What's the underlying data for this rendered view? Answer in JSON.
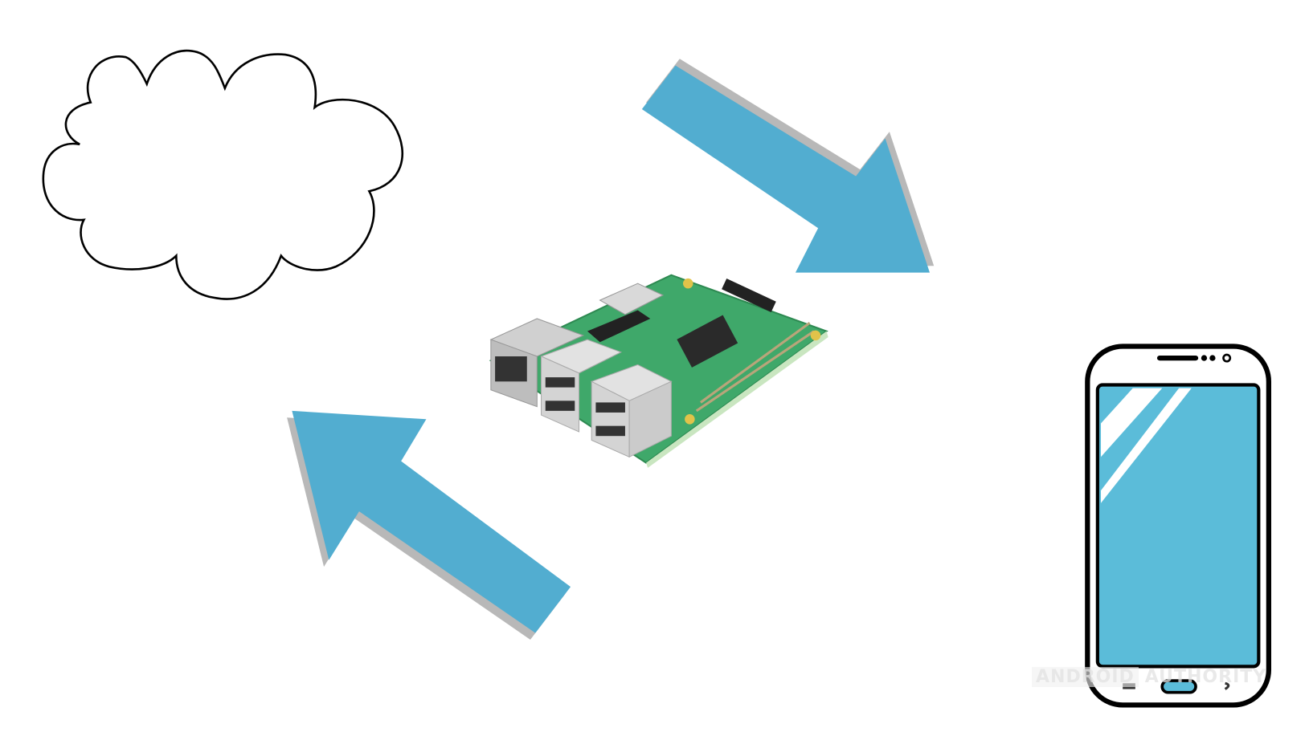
{
  "title": "Raspberry Pi as a bridge between the cloud and a smartphone",
  "colors": {
    "arrow": "#52add0",
    "arrow_shadow": "#b8b8b8",
    "screen": "#5bbcd9",
    "board": "#3fa86a",
    "outline": "#000000"
  },
  "nodes": [
    {
      "id": "cloud",
      "icon": "cloud-icon"
    },
    {
      "id": "raspberry-pi",
      "icon": "raspberry-pi-board"
    },
    {
      "id": "smartphone",
      "icon": "smartphone-icon"
    }
  ],
  "arrows": [
    {
      "from": "raspberry-pi",
      "to": "smartphone",
      "direction": "down-right"
    },
    {
      "from": "raspberry-pi",
      "to": "cloud",
      "direction": "up-left"
    }
  ],
  "watermark": {
    "part1": "ANDROID",
    "part2": "AUTHORITY"
  }
}
